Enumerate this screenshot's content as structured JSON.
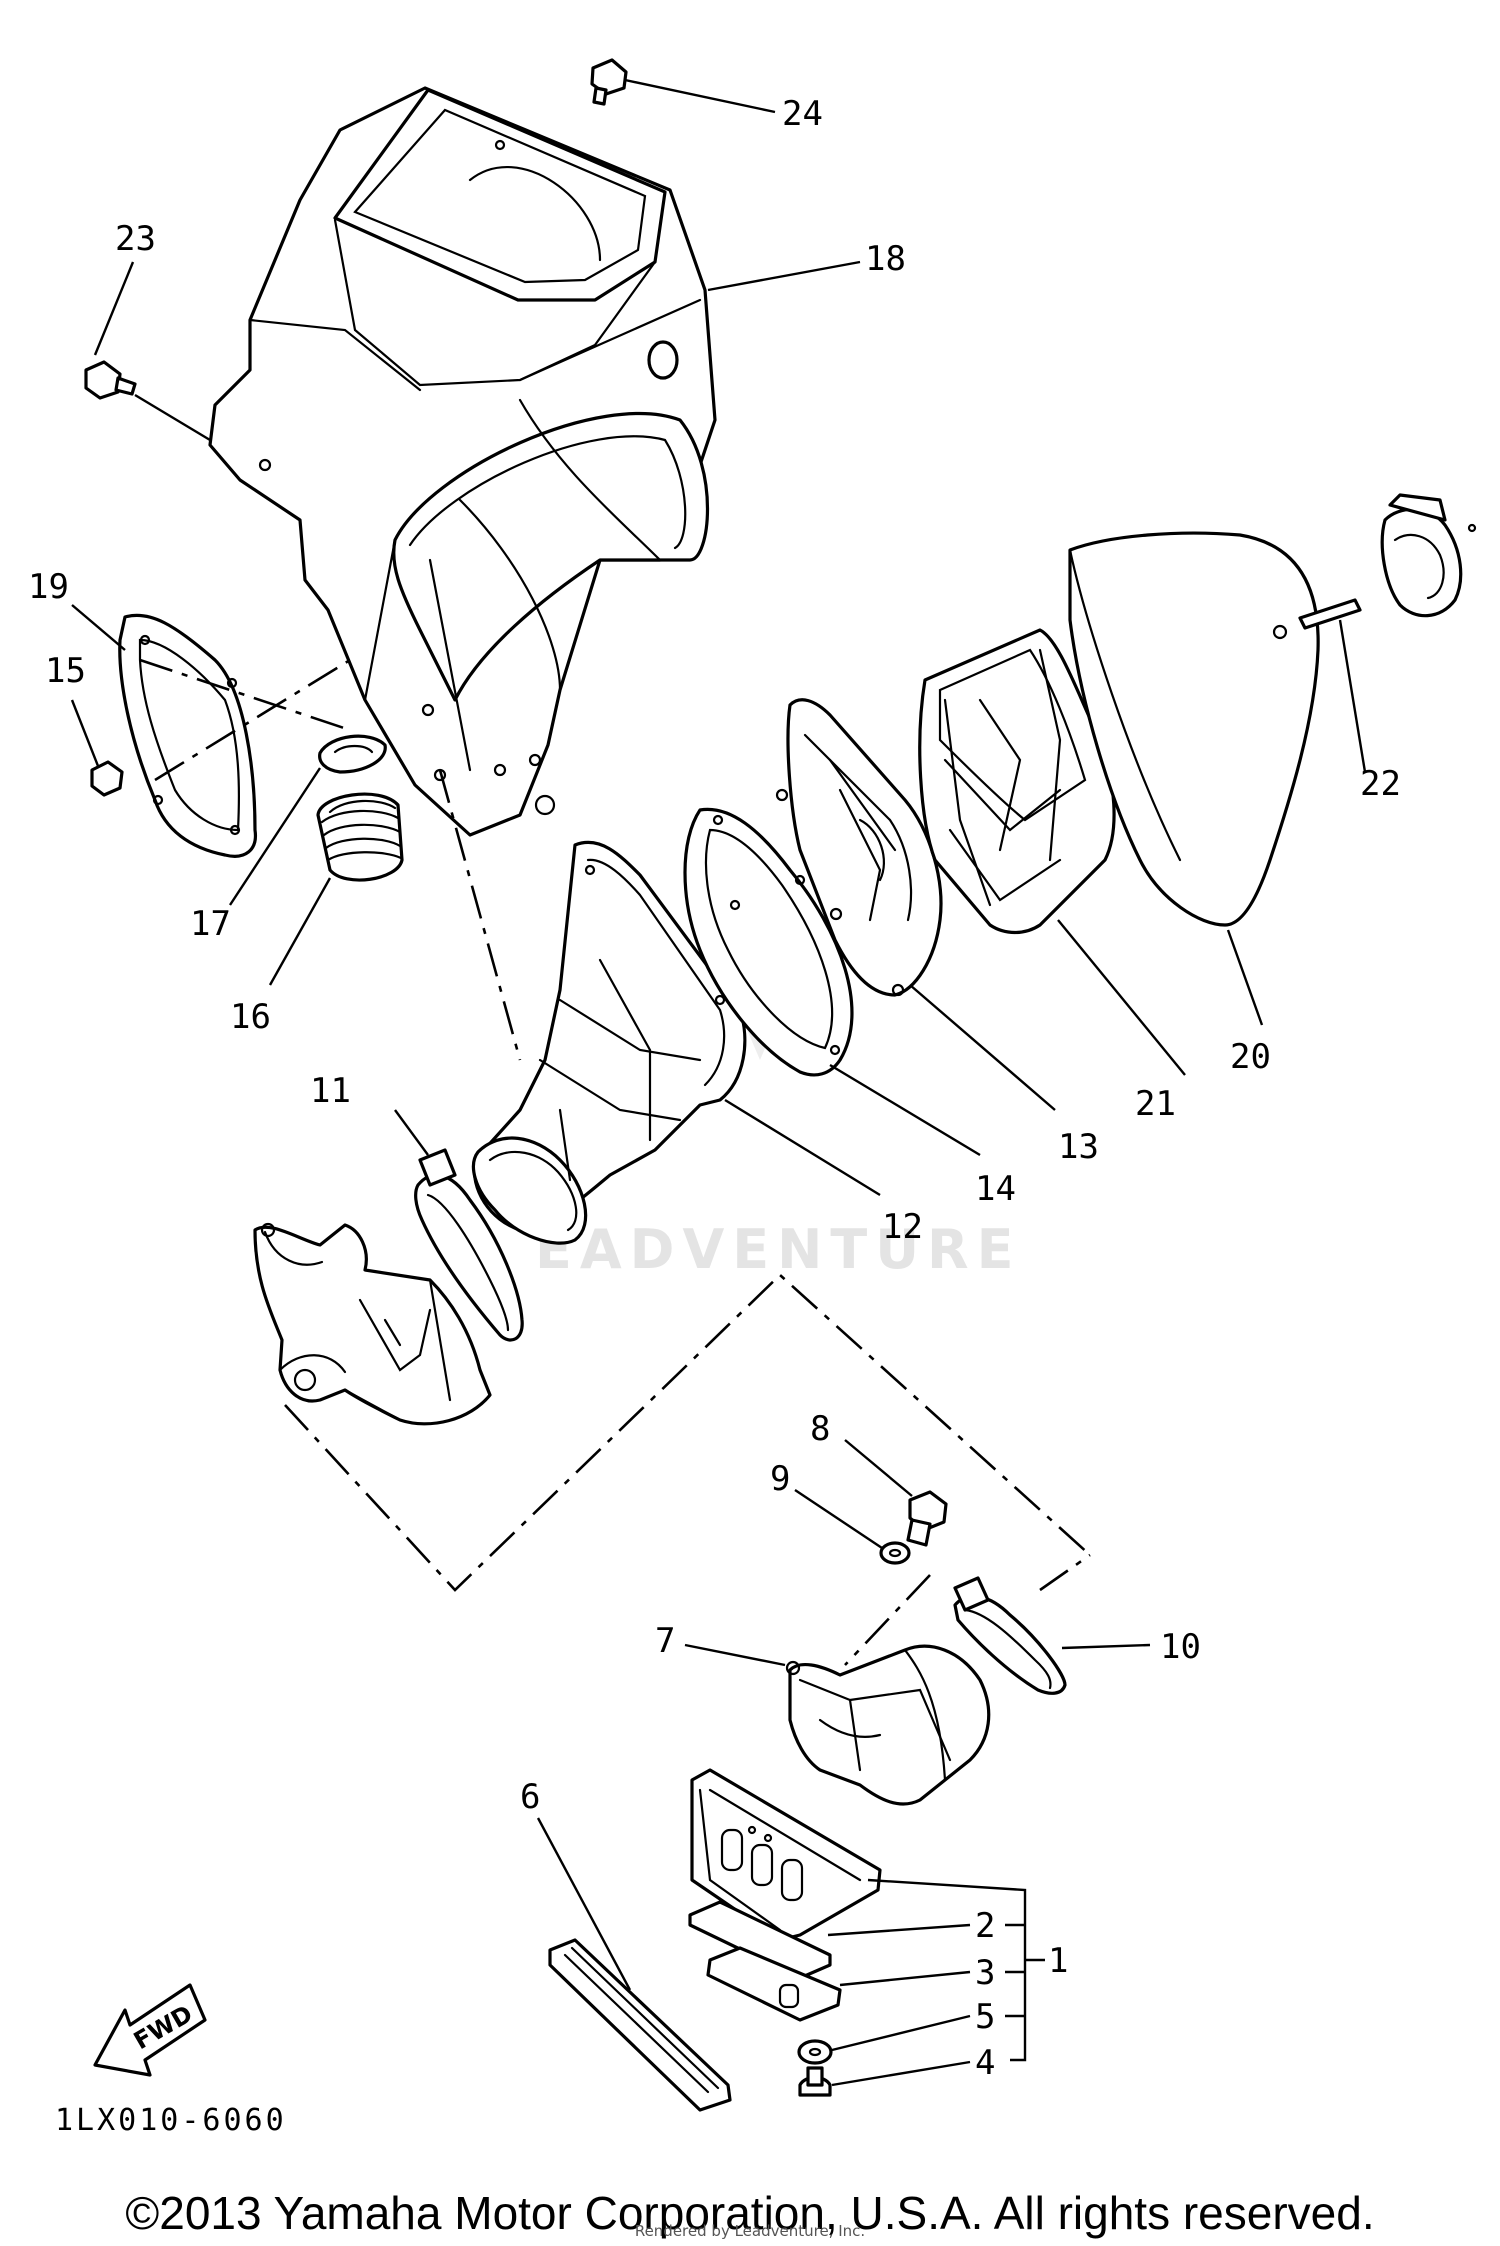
{
  "diagram_code": "1LX010-6060",
  "fwd_label": "FWD",
  "watermark": "EADVENTURE",
  "copyright": "©2013 Yamaha Motor Corporation, U.S.A. All rights reserved.",
  "rendered_by": "Rendered by Leadventure, Inc.",
  "callouts": {
    "c1": "1",
    "c2": "2",
    "c3": "3",
    "c4": "4",
    "c5": "5",
    "c6": "6",
    "c7": "7",
    "c8": "8",
    "c9": "9",
    "c10": "10",
    "c11": "11",
    "c12": "12",
    "c13": "13",
    "c14": "14",
    "c15": "15",
    "c16": "16",
    "c17": "17",
    "c18": "18",
    "c19": "19",
    "c20": "20",
    "c21": "21",
    "c22": "22",
    "c23": "23",
    "c24": "24"
  }
}
